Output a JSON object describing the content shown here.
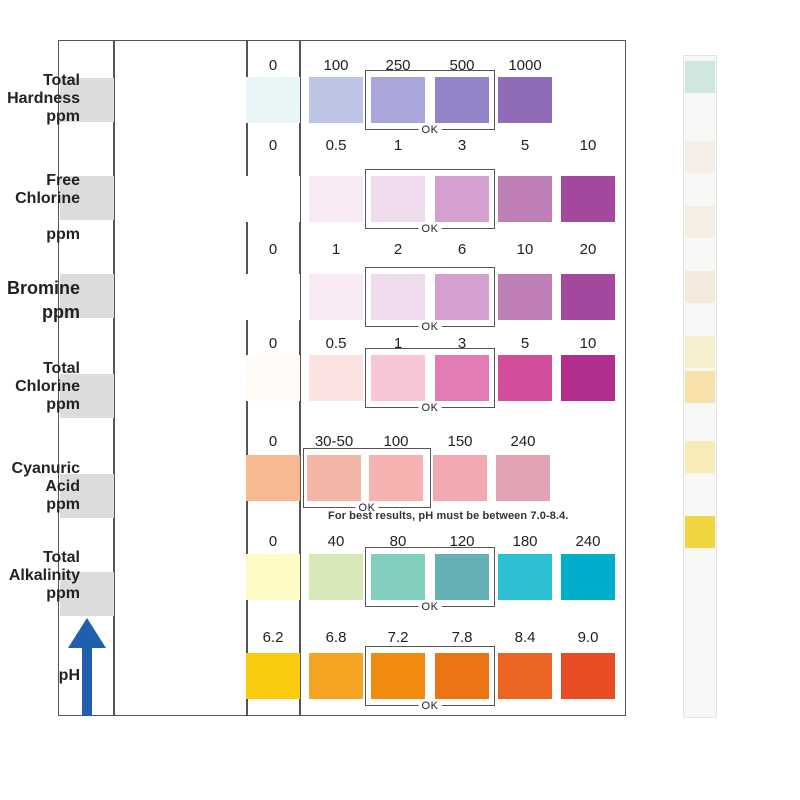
{
  "chart_data": {
    "type": "table",
    "ok_label": "OK",
    "note": "For best results, pH must be between 7.0-8.4.",
    "rows": [
      {
        "label": "Total\nHardness\nppm",
        "values": [
          "0",
          "100",
          "250",
          "500",
          "1000"
        ],
        "colors": [
          "#e9f6f7",
          "#bdc5e4",
          "#a8a6db",
          "#9283c8",
          "#8e6cb7"
        ],
        "ok": [
          2,
          3
        ]
      },
      {
        "label": "Free Chlorine\n\nppm",
        "values": [
          "0",
          "0.5",
          "1",
          "3",
          "5",
          "10"
        ],
        "colors": [
          "#ffffff",
          "#f8e9f3",
          "#efdcee",
          "#d59fd0",
          "#be7fb8",
          "#a4489d"
        ],
        "ok": [
          2,
          3
        ]
      },
      {
        "label": "Bromine\nppm",
        "big": true,
        "values": [
          "0",
          "1",
          "2",
          "6",
          "10",
          "20"
        ],
        "colors": [
          "#ffffff",
          "#f8e9f3",
          "#efdcee",
          "#d59fd0",
          "#be7fb8",
          "#a4489d"
        ],
        "ok": [
          2,
          3
        ]
      },
      {
        "label": "Total Chlorine\nppm",
        "values": [
          "0",
          "0.5",
          "1",
          "3",
          "5",
          "10"
        ],
        "colors": [
          "#fffbf6",
          "#fbe3e1",
          "#f7c5d6",
          "#e37cb2",
          "#d24e9a",
          "#b22e8c"
        ],
        "ok": [
          2,
          3
        ]
      },
      {
        "label": "Cyanuric Acid\nppm",
        "values": [
          "0",
          "30-50",
          "100",
          "150",
          "240"
        ],
        "colors": [
          "#f7b992",
          "#f3b5a5",
          "#f5b2b0",
          "#f1a8b1",
          "#e2a4b4"
        ],
        "ok": [
          1,
          2
        ]
      },
      {
        "label": "Total\nAlkalinity\nppm",
        "values": [
          "0",
          "40",
          "80",
          "120",
          "180",
          "240"
        ],
        "colors": [
          "#fefbc6",
          "#d7e7b8",
          "#82cfc0",
          "#65b0b5",
          "#2dbfd4",
          "#00aecb"
        ],
        "ok": [
          2,
          3
        ]
      },
      {
        "label": "pH",
        "values": [
          "6.2",
          "6.8",
          "7.2",
          "7.8",
          "8.4",
          "9.0"
        ],
        "colors": [
          "#fbcc0e",
          "#f5a424",
          "#f08b0f",
          "#ec7412",
          "#ea6524",
          "#e74c24"
        ],
        "ok": [
          2,
          3
        ]
      }
    ]
  },
  "strip_pads": [
    "#cfe7dc",
    "#f4eee6",
    "#f5eee2",
    "#f3eadc",
    "#f6eecf",
    "#f8e0a9",
    "#f7ebb7",
    "#f1d540"
  ],
  "arrow_color": "#1f5fad"
}
